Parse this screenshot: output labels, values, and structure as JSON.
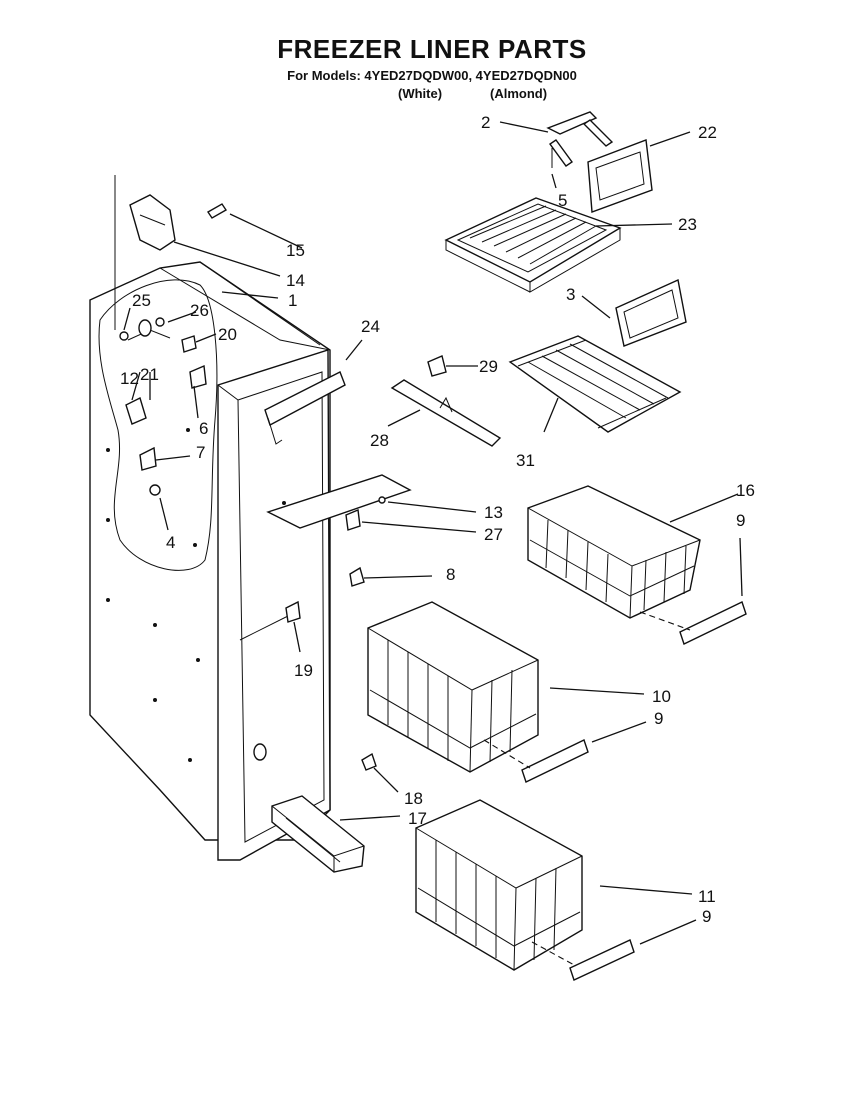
{
  "title": "FREEZER LINER PARTS",
  "subtitle": "For Models: 4YED27DQDW00, 4YED27DQDN00",
  "variants": {
    "white": "(White)",
    "almond": "(Almond)"
  },
  "callouts": {
    "c1": "1",
    "c2": "2",
    "c3": "3",
    "c4": "4",
    "c5": "5",
    "c6": "6",
    "c7": "7",
    "c8": "8",
    "c9a": "9",
    "c9b": "9",
    "c9c": "9",
    "c10": "10",
    "c11": "11",
    "c12": "12",
    "c13": "13",
    "c14": "14",
    "c15": "15",
    "c16": "16",
    "c17": "17",
    "c18": "18",
    "c19": "19",
    "c20": "20",
    "c21": "21",
    "c22": "22",
    "c23": "23",
    "c24": "24",
    "c25": "25",
    "c26": "26",
    "c27": "27",
    "c28": "28",
    "c29": "29",
    "c31": "31"
  }
}
